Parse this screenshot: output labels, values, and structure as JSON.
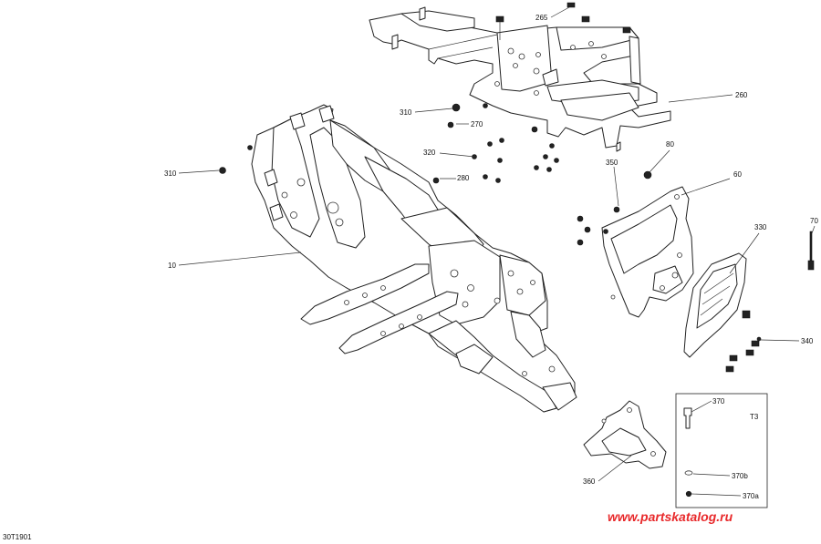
{
  "diagram": {
    "reference_code": "30T1901",
    "watermark_text": "www.partskatalog.ru",
    "watermark_color": "#e8292b",
    "inset_label": "T3",
    "callouts": {
      "c265": "265",
      "c260": "260",
      "c310a": "310",
      "c270": "270",
      "c320": "320",
      "c310b": "310",
      "c280": "280",
      "c10": "10",
      "c80": "80",
      "c350": "350",
      "c60": "60",
      "c330": "330",
      "c70": "70",
      "c340": "340",
      "c370": "370",
      "c370b": "370b",
      "c370a": "370a",
      "c360": "360"
    }
  }
}
